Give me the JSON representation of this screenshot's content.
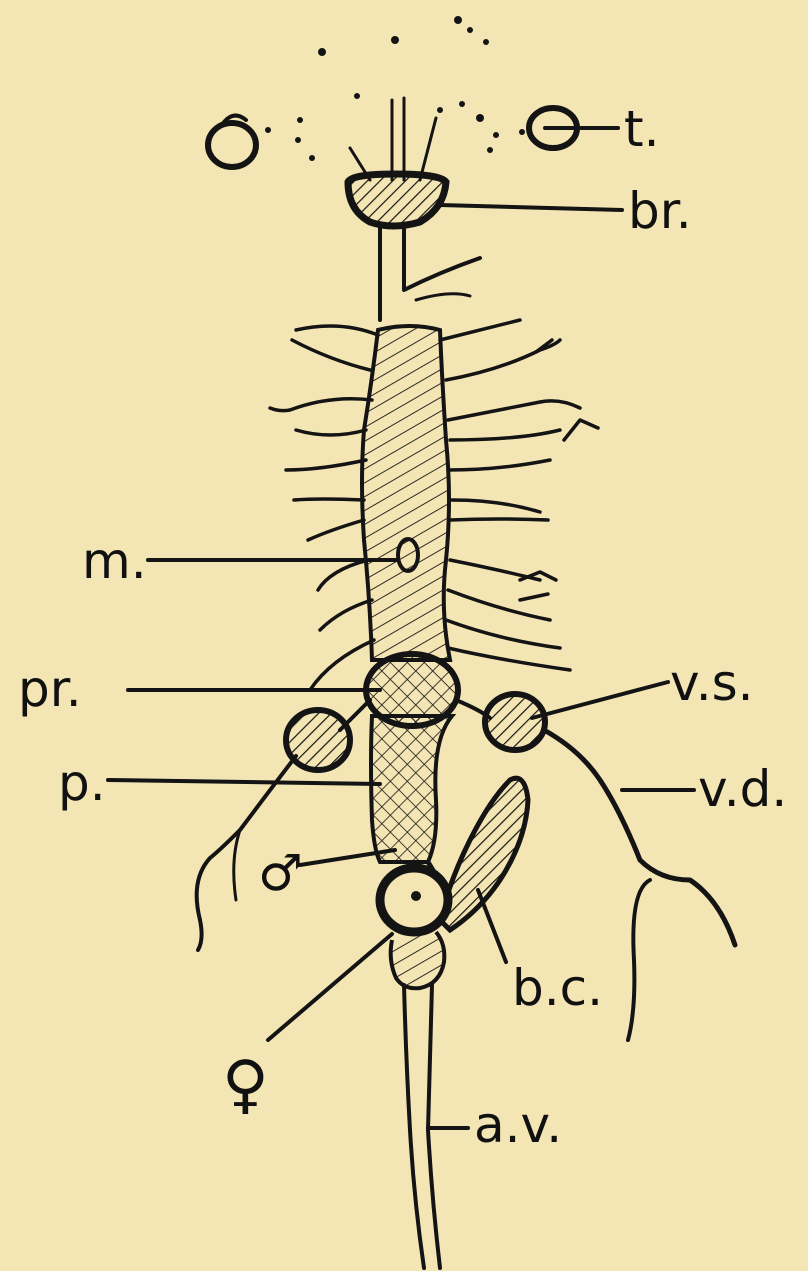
{
  "figure": {
    "background": "#f4e6b4",
    "ink_color": "#141414",
    "labels": {
      "t": "t.",
      "br": "br.",
      "m": "m.",
      "pr": "pr.",
      "vs": "v.s.",
      "vd": "v.d.",
      "p": "p.",
      "male": "♂",
      "bc": "b.c.",
      "female": "♀",
      "av": "a.v."
    }
  }
}
